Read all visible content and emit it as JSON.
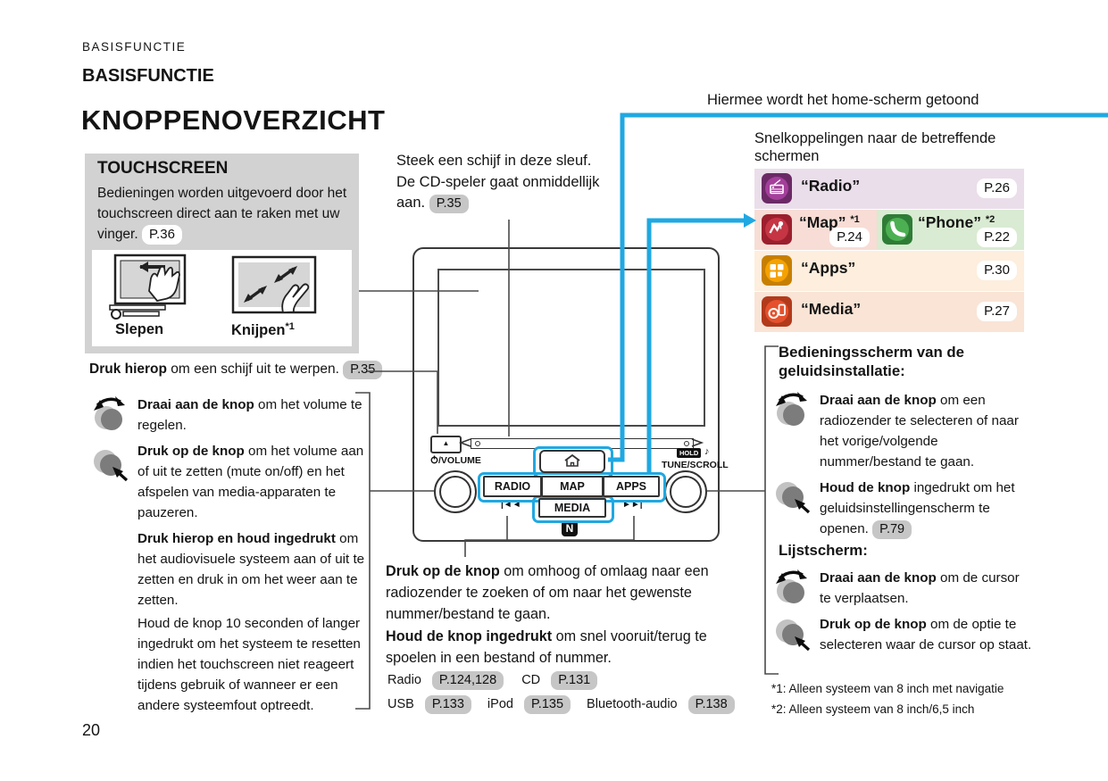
{
  "page": {
    "eyebrow": "BASISFUNCTIE",
    "section_title": "BASISFUNCTIE",
    "main_title": "KNOPPENOVERZICHT",
    "page_number": "20"
  },
  "touchscreen": {
    "title": "TOUCHSCREEN",
    "body": "Bedieningen worden uitgevoerd door het touchscreen direct aan te raken met uw vinger.",
    "badge": "P.36",
    "gesture_left": "Slepen",
    "gesture_right": "Knijpen",
    "gesture_right_sup": "*1"
  },
  "eject_note": {
    "lead": "Druk hierop",
    "rest": " om een schijf uit te werpen.",
    "badge": "P.35"
  },
  "disc_note": {
    "text": "Steek een schijf in deze sleuf. De CD-speler gaat onmiddellijk aan.",
    "badge": "P.35"
  },
  "home_note": {
    "text": "Hiermee wordt het home-scherm getoond"
  },
  "shortcuts": {
    "heading": "Snelkoppelingen naar de betreffende schermen",
    "radio": {
      "label": "“Radio”",
      "badge": "P.26"
    },
    "map": {
      "label": "“Map”",
      "sup": "*1",
      "badge": "P.24"
    },
    "phone": {
      "label": "“Phone”",
      "sup": "*2",
      "badge": "P.22"
    },
    "apps": {
      "label": "“Apps”",
      "badge": "P.30"
    },
    "media": {
      "label": "“Media”",
      "badge": "P.27"
    }
  },
  "volume_notes": {
    "item1": {
      "lead": "Draai aan de knop",
      "rest": " om het volume te regelen."
    },
    "item2": {
      "lead": "Druk op de knop",
      "rest": " om het volume aan of uit te zetten (mute on/off) en het afspelen van media-apparaten te pauzeren."
    },
    "item3": {
      "lead": "Druk hierop en houd ingedrukt",
      "rest": " om het audiovisuele systeem aan of uit te zetten en druk in om het weer aan te zetten."
    },
    "item4": {
      "text": "Houd de knop 10 seconden of langer ingedrukt om het systeem te resetten indien het touchscreen niet reageert tijdens gebruik of wanneer er een andere systeemfout optreedt."
    }
  },
  "audio_section": {
    "heading": "Bedieningsscherm van de geluidsinstallatie:",
    "item1": {
      "lead": "Draai aan de knop",
      "rest": " om een radiozender te selecteren of naar het vorige/volgende nummer/bestand te gaan."
    },
    "item2": {
      "lead": "Houd de knop",
      "rest": " ingedrukt om het geluidsinstellingenscherm te openen.",
      "badge": "P.79"
    }
  },
  "list_section": {
    "heading": "Lijstscherm:",
    "item1": {
      "lead": "Draai aan de knop",
      "rest": " om de cursor te verplaatsen."
    },
    "item2": {
      "lead": "Druk op de knop",
      "rest": " om de optie te selecteren waar de cursor op staat."
    }
  },
  "footnotes": [
    "*1: Alleen systeem van 8 inch met navigatie",
    "*2: Alleen systeem van 8 inch/6,5 inch"
  ],
  "tune_notes": {
    "item1": {
      "lead": "Druk op de knop",
      "rest": " om omhoog of omlaag naar een radiozender te zoeken of om naar het gewenste nummer/bestand te gaan."
    },
    "item2": {
      "lead": "Houd de knop ingedrukt",
      "rest": " om snel vooruit/terug te spoelen in een bestand of nummer."
    },
    "refs": [
      {
        "label": "Radio",
        "badge": "P.124,128"
      },
      {
        "label": "CD",
        "badge": "P.131"
      },
      {
        "label": "USB",
        "badge": "P.133"
      },
      {
        "label": "iPod",
        "badge": "P.135"
      },
      {
        "label": "Bluetooth-audio",
        "badge": "P.138"
      }
    ]
  },
  "device": {
    "volume_label": "/VOLUME",
    "hold_badge": "HOLD",
    "hold_note": "♪",
    "tune_label": "TUNE/SCROLL",
    "radio_button": "RADIO",
    "map_button": "MAP",
    "apps_button": "APPS",
    "media_button": "MEDIA",
    "seek_back": "|◄◄",
    "seek_fwd": "►►|",
    "eject": "▲",
    "nfc": "N"
  },
  "colors": {
    "accent_blue": "#1fa8e2",
    "touchscreen_box_bg": "#d2d2d2",
    "badge_gray_bg": "#c6c6c6",
    "radio_row_bg": "#eadeea",
    "radio_icon": "#a43f9b",
    "map_row_bg": "#f7ddd5",
    "map_icon": "#c53544",
    "phone_row_bg": "#d9ebd2",
    "phone_icon": "#4cb052",
    "apps_row_bg": "#fdeedd",
    "apps_icon": "#f5a201",
    "media_row_bg": "#f9e4d6",
    "media_icon": "#e5512c"
  }
}
